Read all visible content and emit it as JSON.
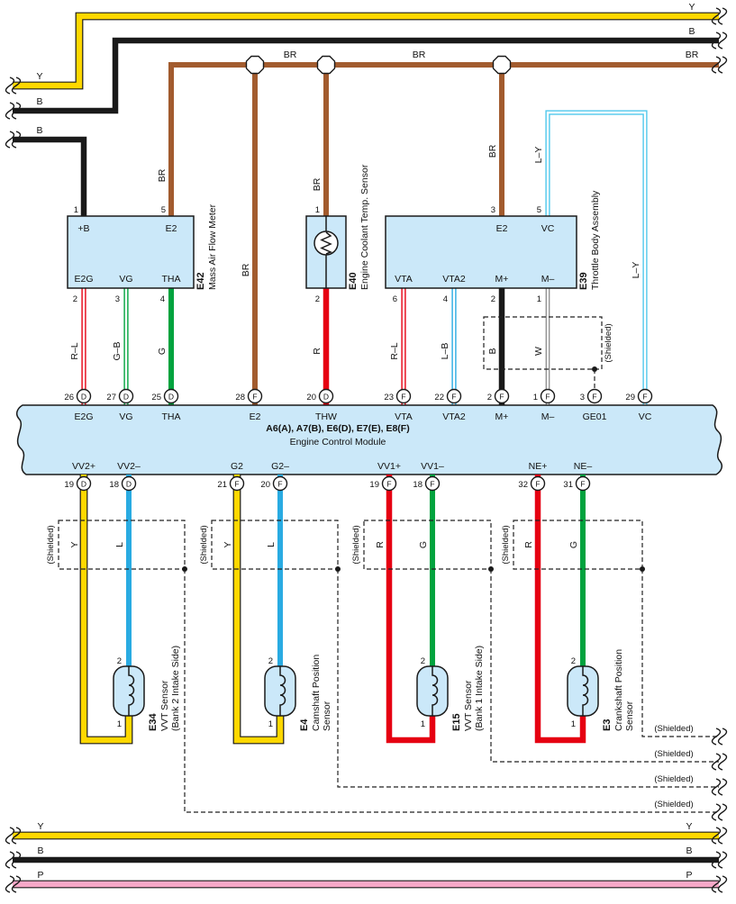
{
  "colors": {
    "yellow": "#FFD800",
    "black": "#1A1A1A",
    "brown": "#A25B2E",
    "red": "#E60012",
    "green": "#00A33E",
    "blue": "#29ABE2",
    "light_blue": "#4FC8EC",
    "white_wire": "#787878",
    "pink": "#F7A8C8",
    "component_fill": "#CBE8F9"
  },
  "top_wires": {
    "y_left": "Y",
    "y_right": "Y",
    "b_left": "B",
    "b_right": "B",
    "b2_left": "B",
    "br_seg1": "BR",
    "br_seg2": "BR",
    "br_right": "BR",
    "br_v_e42": "BR",
    "br_v_ecm": "BR",
    "br_v_e40": "BR",
    "br_v_e39": "BR",
    "ly_up": "L–Y",
    "ly_down": "L–Y"
  },
  "e42": {
    "id": "E42",
    "name": "Mass Air Flow Meter",
    "pin_top_b": "1",
    "pin_top_e2": "5",
    "term_plus_b": "+B",
    "term_e2": "E2",
    "term_e2g": "E2G",
    "term_vg": "VG",
    "term_tha": "THA",
    "pin_e2g": "2",
    "pin_vg": "3",
    "pin_tha": "4"
  },
  "e40": {
    "id": "E40",
    "name": "Engine Coolant Temp. Sensor",
    "pin_top": "1",
    "pin_bottom": "2"
  },
  "e39": {
    "id": "E39",
    "name": "Throttle Body Assembly",
    "pin_e2": "3",
    "pin_vc": "5",
    "term_e2": "E2",
    "term_vc": "VC",
    "term_vta": "VTA",
    "term_vta2": "VTA2",
    "term_m_plus": "M+",
    "term_m_minus": "M–",
    "pin_vta": "6",
    "pin_vta2": "4",
    "pin_m_plus": "2",
    "pin_m_minus": "1"
  },
  "mid_wires": {
    "rl_e2g": "R–L",
    "gb_vg": "G–B",
    "g_tha": "G",
    "r_thw": "R",
    "rl_vta": "R–L",
    "lb_vta2": "L–B",
    "b_m_plus": "B",
    "w_m_minus": "W",
    "shielded": "(Shielded)"
  },
  "ecm": {
    "title": "A6(A), A7(B), E6(D), E7(E), E8(F)",
    "subtitle": "Engine Control Module",
    "top_pins": [
      {
        "num": "26",
        "conn": "D",
        "name": "E2G"
      },
      {
        "num": "27",
        "conn": "D",
        "name": "VG"
      },
      {
        "num": "25",
        "conn": "D",
        "name": "THA"
      },
      {
        "num": "28",
        "conn": "F",
        "name": "E2"
      },
      {
        "num": "20",
        "conn": "D",
        "name": "THW"
      },
      {
        "num": "23",
        "conn": "F",
        "name": "VTA"
      },
      {
        "num": "22",
        "conn": "F",
        "name": "VTA2"
      },
      {
        "num": "2",
        "conn": "F",
        "name": "M+"
      },
      {
        "num": "1",
        "conn": "F",
        "name": "M–"
      },
      {
        "num": "3",
        "conn": "F",
        "name": "GE01"
      },
      {
        "num": "29",
        "conn": "F",
        "name": "VC"
      }
    ],
    "bottom_pins": [
      {
        "num": "19",
        "conn": "D",
        "name": "VV2+"
      },
      {
        "num": "18",
        "conn": "D",
        "name": "VV2–"
      },
      {
        "num": "21",
        "conn": "F",
        "name": "G2"
      },
      {
        "num": "20",
        "conn": "F",
        "name": "G2–"
      },
      {
        "num": "19",
        "conn": "F",
        "name": "VV1+"
      },
      {
        "num": "18",
        "conn": "F",
        "name": "VV1–"
      },
      {
        "num": "32",
        "conn": "F",
        "name": "NE+"
      },
      {
        "num": "31",
        "conn": "F",
        "name": "NE–"
      }
    ]
  },
  "sensors": [
    {
      "id": "E34",
      "line1": "VVT Sensor",
      "line2": "(Bank 2 Intake Side)",
      "pin_top": "2",
      "pin_bottom": "1",
      "wire_plus": "Y",
      "wire_minus": "L",
      "shield": "(Shielded)"
    },
    {
      "id": "E4",
      "line1": "Camshaft Position",
      "line2": "Sensor",
      "pin_top": "2",
      "pin_bottom": "1",
      "wire_plus": "Y",
      "wire_minus": "L",
      "shield": "(Shielded)"
    },
    {
      "id": "E15",
      "line1": "VVT Sensor",
      "line2": "(Bank 1 Intake Side)",
      "pin_top": "2",
      "pin_bottom": "1",
      "wire_plus": "R",
      "wire_minus": "G",
      "shield": "(Shielded)"
    },
    {
      "id": "E3",
      "line1": "Crankshaft Position",
      "line2": "Sensor",
      "pin_top": "2",
      "pin_bottom": "1",
      "wire_plus": "R",
      "wire_minus": "G",
      "shield": "(Shielded)"
    }
  ],
  "shield_lines": {
    "l1": "(Shielded)",
    "l2": "(Shielded)",
    "l3": "(Shielded)",
    "l4": "(Shielded)"
  },
  "bottom_wires": {
    "y_left": "Y",
    "y_right": "Y",
    "b_left": "B",
    "b_right": "B",
    "p_left": "P",
    "p_right": "P"
  }
}
